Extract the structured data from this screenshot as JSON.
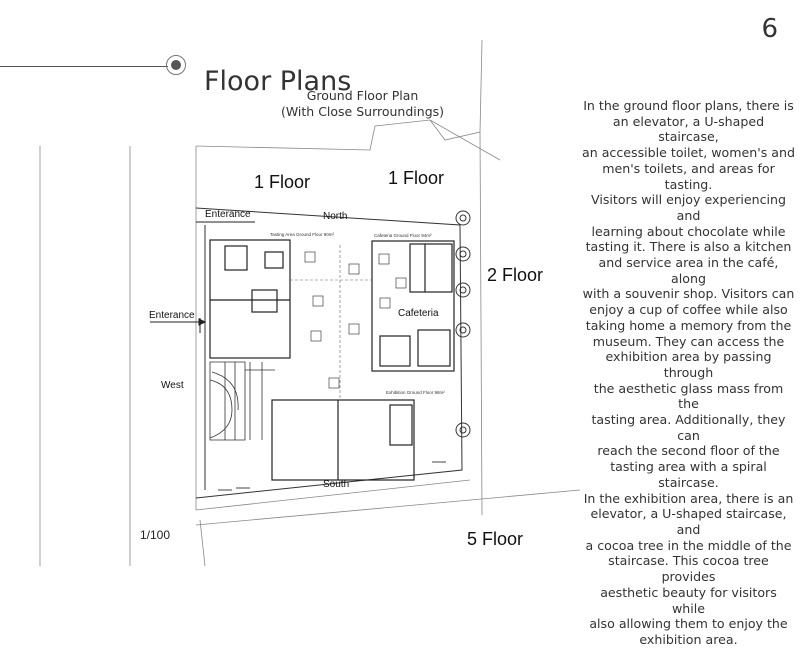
{
  "page": {
    "number": "6",
    "title": "Floor Plans",
    "plan_title_line1": "Ground Floor Plan",
    "plan_title_line2": "(With Close Surroundings)",
    "scale": "1/100"
  },
  "plan": {
    "floor_labels": {
      "top_left": "1 Floor",
      "top_right": "1 Floor",
      "right": "2 Floor",
      "bottom": "5 Floor"
    },
    "orientation": {
      "north": "North",
      "south": "South",
      "west": "West"
    },
    "entrances": {
      "top": "Enterance",
      "left": "Enterance"
    },
    "rooms": {
      "cafeteria": "Cafeteria",
      "tasting_area": "Tasting Area Ground Floor 90m²",
      "cafeteria_ground": "Cafeteria Ground Floor 94m²",
      "exhibition_ground": "Exhibition Ground Floor 98m²"
    }
  },
  "description_lines": [
    "In the ground floor plans, there is",
    "an elevator, a U-shaped staircase,",
    "an accessible toilet, women's and",
    "men's toilets, and areas for tasting.",
    "Visitors will enjoy experiencing and",
    "learning about chocolate while",
    "tasting it. There is also a kitchen",
    "and service area in the café, along",
    "with a souvenir shop. Visitors can",
    "enjoy a cup of coffee while also",
    "taking home a memory from the",
    "museum. They can access the",
    "exhibition area by passing through",
    "the aesthetic glass mass from the",
    "tasting area. Additionally, they can",
    "reach the second floor of the",
    "tasting area with a spiral staircase.",
    "In the exhibition area, there is an",
    "elevator, a U-shaped staircase, and",
    "a cocoa tree in the middle of the",
    "staircase. This cocoa tree provides",
    "aesthetic beauty for visitors while",
    "also allowing them to enjoy the",
    "exhibition area."
  ]
}
